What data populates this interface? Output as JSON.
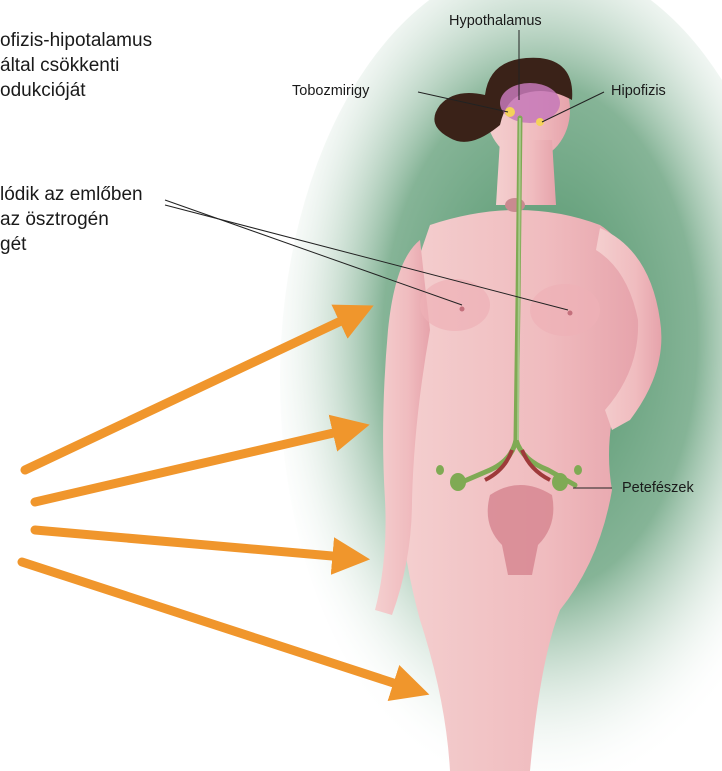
{
  "left_text": {
    "block1": [
      "ofizis-hipotalamus",
      "által csökkenti",
      "odukcióját"
    ],
    "block2": [
      "lódik az emlőben",
      "az ösztrogén",
      "gét"
    ]
  },
  "labels": {
    "hypothalamus": "Hypothalamus",
    "tobozmirigy": "Tobozmirigy",
    "hipofizis": "Hipofizis",
    "petefeszek": "Petefészek"
  },
  "colors": {
    "arrow": "#f0962c",
    "body": "#f2c3c4",
    "hair": "#3a2218",
    "nerve": "#7faa54",
    "background_glow": "#3f8a5c"
  }
}
